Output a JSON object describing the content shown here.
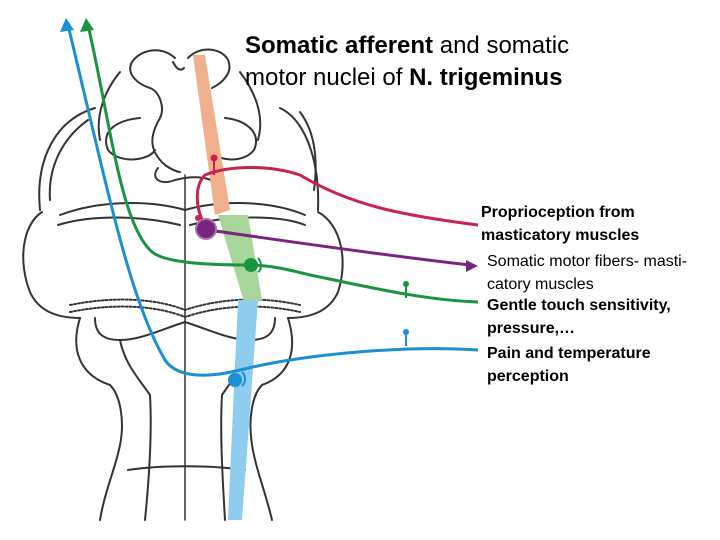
{
  "title": {
    "part1": "Somatic afferent",
    "part2": " and somatic",
    "part3": "motor nuclei of ",
    "part4": "N. trigeminus"
  },
  "labels": {
    "proprioception": [
      "Proprioception from",
      "masticatory muscles"
    ],
    "motor": [
      "Somatic motor fibers- masti-",
      "catory muscles"
    ],
    "touch": [
      "Gentle touch sensitivity,",
      "pressure,…"
    ],
    "pain": [
      "Pain and temperature",
      "perception"
    ]
  },
  "colors": {
    "proprioception": "#c8234e",
    "motor": "#7b2381",
    "touch": "#1a9440",
    "pain": "#1b8fd2",
    "ascending_tract": "#f0b08e",
    "nucleus_green": "#a7d59a",
    "nucleus_blue": "#8fcdee",
    "outline": "#333333"
  }
}
